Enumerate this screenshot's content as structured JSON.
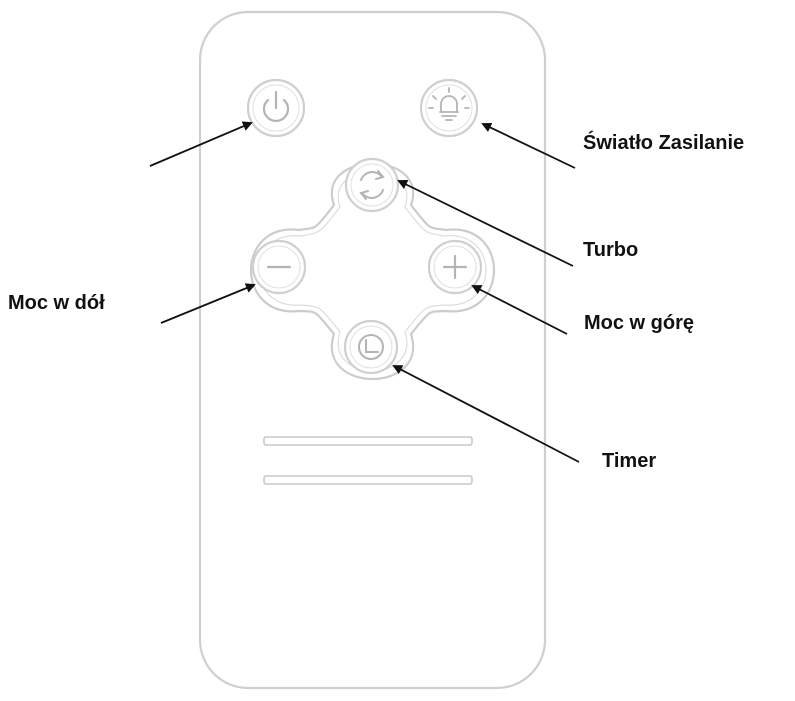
{
  "labels": {
    "light_power": "Światło Zasilanie",
    "turbo": "Turbo",
    "power_down": "Moc w dół",
    "power_up": "Moc w górę",
    "timer": "Timer"
  },
  "icons": {
    "power": "power-icon",
    "light": "light-bulb-icon",
    "turbo": "rotate-arrows-icon",
    "minus": "minus-icon",
    "plus": "plus-icon",
    "timer": "clock-icon"
  },
  "colors": {
    "outline": "#c8c8c8",
    "icon": "#b4b4b4",
    "arrow": "#111111",
    "text": "#111111"
  }
}
